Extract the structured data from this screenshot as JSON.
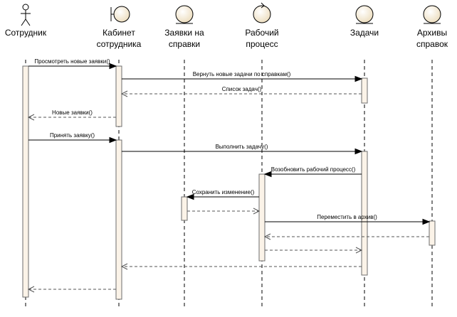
{
  "participants": [
    {
      "id": "employee",
      "kind": "actor",
      "name_lines": [
        "Сотрудник"
      ]
    },
    {
      "id": "cabinet",
      "kind": "boundary",
      "name_lines": [
        "Кабинет",
        "сотрудника"
      ]
    },
    {
      "id": "requests",
      "kind": "entity",
      "name_lines": [
        "Заявки на",
        "справки"
      ]
    },
    {
      "id": "workflow",
      "kind": "control",
      "name_lines": [
        "Рабочий",
        "процесс"
      ]
    },
    {
      "id": "tasks",
      "kind": "entity",
      "name_lines": [
        "Задачи"
      ]
    },
    {
      "id": "archives",
      "kind": "entity",
      "name_lines": [
        "Архивы",
        "справок"
      ]
    }
  ],
  "messages": [
    {
      "from": "employee",
      "to": "cabinet",
      "kind": "sync",
      "label": "Просмотреть новые заявки()"
    },
    {
      "from": "cabinet",
      "to": "tasks",
      "kind": "sync",
      "label": "Вернуть новые задачи по справкам()"
    },
    {
      "from": "tasks",
      "to": "cabinet",
      "kind": "return",
      "label": "Список задач()"
    },
    {
      "from": "cabinet",
      "to": "employee",
      "kind": "return",
      "label": "Новые заявки()"
    },
    {
      "from": "employee",
      "to": "cabinet",
      "kind": "sync",
      "label": "Принять заявку()"
    },
    {
      "from": "cabinet",
      "to": "tasks",
      "kind": "sync",
      "label": "Выполнить задачу()"
    },
    {
      "from": "tasks",
      "to": "workflow",
      "kind": "sync",
      "label": "Возобновить рабочий процесс()"
    },
    {
      "from": "workflow",
      "to": "requests",
      "kind": "sync",
      "label": "Сохранить изменение()"
    },
    {
      "from": "requests",
      "to": "workflow",
      "kind": "return",
      "label": ""
    },
    {
      "from": "workflow",
      "to": "archives",
      "kind": "sync",
      "label": "Переместить в архив()"
    },
    {
      "from": "archives",
      "to": "workflow",
      "kind": "return",
      "label": ""
    },
    {
      "from": "workflow",
      "to": "tasks",
      "kind": "return",
      "label": ""
    },
    {
      "from": "tasks",
      "to": "cabinet",
      "kind": "return",
      "label": ""
    },
    {
      "from": "cabinet",
      "to": "employee",
      "kind": "return",
      "label": ""
    }
  ],
  "colors": {
    "activation_fill": "#fbf3e8",
    "symbol_fill": "#f3e9d2"
  }
}
